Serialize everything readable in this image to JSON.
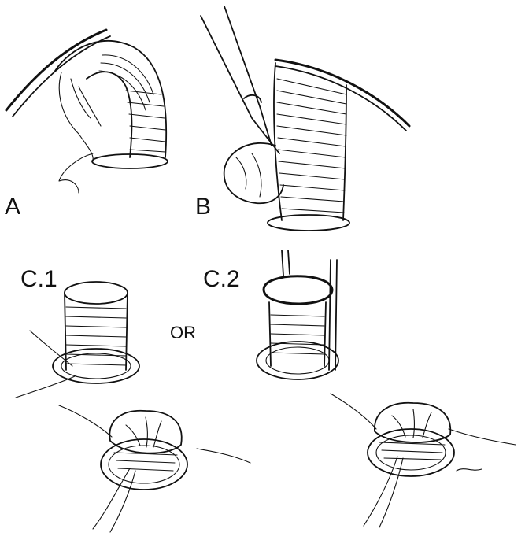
{
  "figure": {
    "labels": {
      "a": "A",
      "b": "B",
      "c1": "C.1",
      "c2": "C.2",
      "or": "OR"
    },
    "colors": {
      "ink": "#111111",
      "background": "#ffffff"
    }
  }
}
